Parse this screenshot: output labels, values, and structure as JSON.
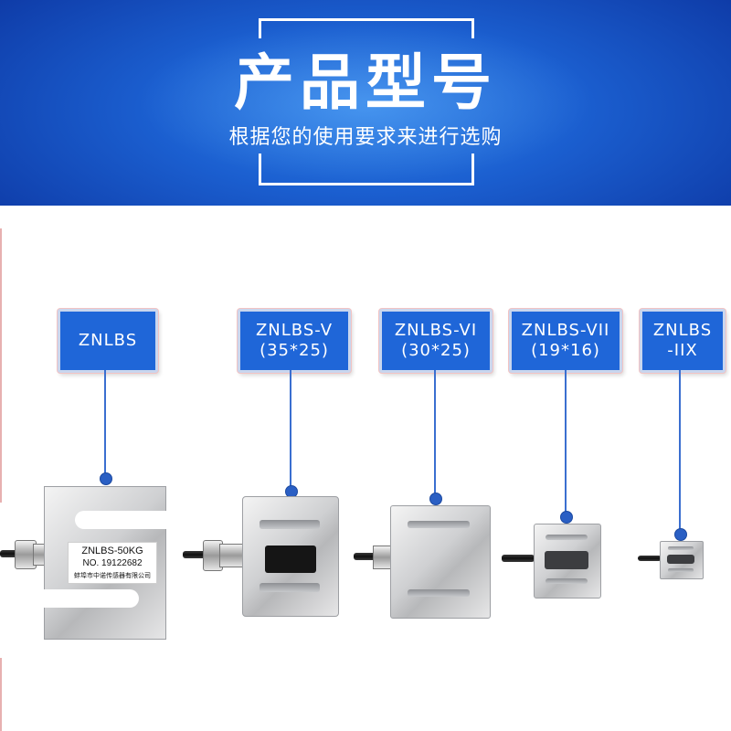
{
  "banner": {
    "title": "产品型号",
    "subtitle": "根据您的使用要求来进行选购",
    "colors": {
      "background": "#1b5fd0",
      "text": "#ffffff"
    }
  },
  "models": [
    {
      "line1": "ZNLBS",
      "line2": ""
    },
    {
      "line1": "ZNLBS-V",
      "line2": "(35*25)"
    },
    {
      "line1": "ZNLBS-VI",
      "line2": "(30*25)"
    },
    {
      "line1": "ZNLBS-VII",
      "line2": "(19*16)"
    },
    {
      "line1": "ZNLBS",
      "line2": "-IIX"
    }
  ],
  "sticker": {
    "model": "ZNLBS-50KG",
    "serial": "NO. 19122682",
    "maker": "蚌埠市中诺传感器有限公司"
  },
  "colors": {
    "label_bg": "#1f66d8",
    "accent_line": "#3a6fd0"
  }
}
